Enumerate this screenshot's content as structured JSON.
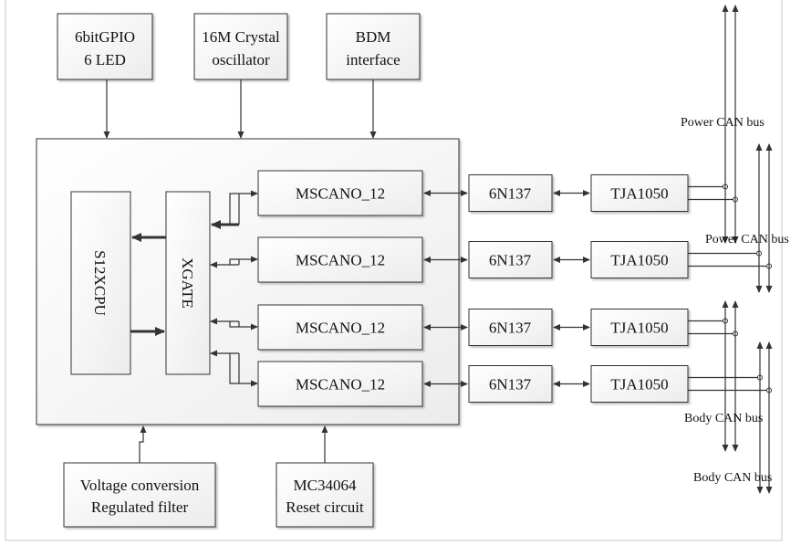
{
  "top_blocks": [
    {
      "line1": "6bitGPIO",
      "line2": "6 LED"
    },
    {
      "line1": "16M Crystal",
      "line2": "oscillator"
    },
    {
      "line1": "BDM",
      "line2": "interface"
    }
  ],
  "cpu": "S12XCPU",
  "xgate": "XGATE",
  "mscan": [
    "MSCANO_12",
    "MSCANO_12",
    "MSCANO_12",
    "MSCANO_12"
  ],
  "optocoupler": [
    "6N137",
    "6N137",
    "6N137",
    "6N137"
  ],
  "transceiver": [
    "TJA1050",
    "TJA1050",
    "TJA1050",
    "TJA1050"
  ],
  "bus_labels": [
    "Power CAN bus",
    "Power CAN bus",
    "Body CAN bus",
    "Body CAN bus"
  ],
  "bottom_blocks": [
    {
      "line1": "Voltage conversion",
      "line2": "Regulated filter"
    },
    {
      "line1": "MC34064",
      "line2": "Reset circuit"
    }
  ]
}
